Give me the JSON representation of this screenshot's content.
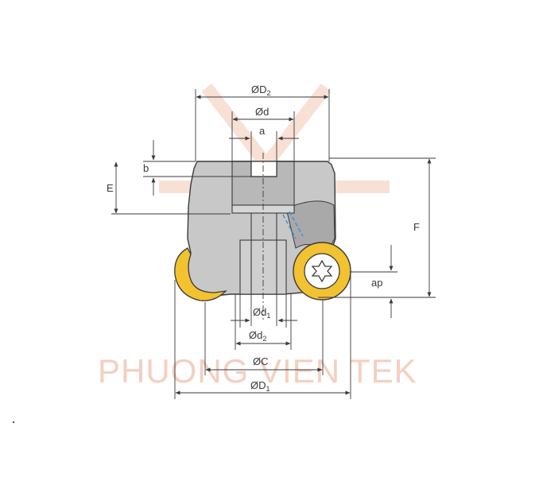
{
  "watermark": {
    "text": "PHUONG VIEN TEK",
    "color": "#f4cfc0",
    "logo": "stylized-arrow-logo"
  },
  "colors": {
    "body": "#c9c9c9",
    "body_dark": "#8e8e8e",
    "insert": "#f2c230",
    "outline": "#3a3a3a",
    "coolant": "#3b8fd1"
  },
  "dimensions": {
    "D2": {
      "symbol": "Ø",
      "letter": "D",
      "sub": "2"
    },
    "d": {
      "symbol": "Ø",
      "letter": "d",
      "sub": ""
    },
    "a": {
      "label": "a"
    },
    "b": {
      "label": "b"
    },
    "E": {
      "label": "E"
    },
    "F": {
      "label": "F"
    },
    "ap": {
      "label": "ap"
    },
    "d1": {
      "symbol": "Ø",
      "letter": "d",
      "sub": "1"
    },
    "d2": {
      "symbol": "Ø",
      "letter": "d",
      "sub": "2"
    },
    "C": {
      "symbol": "Ø",
      "letter": "C",
      "sub": ""
    },
    "D1": {
      "symbol": "Ø",
      "letter": "D",
      "sub": "1"
    }
  }
}
